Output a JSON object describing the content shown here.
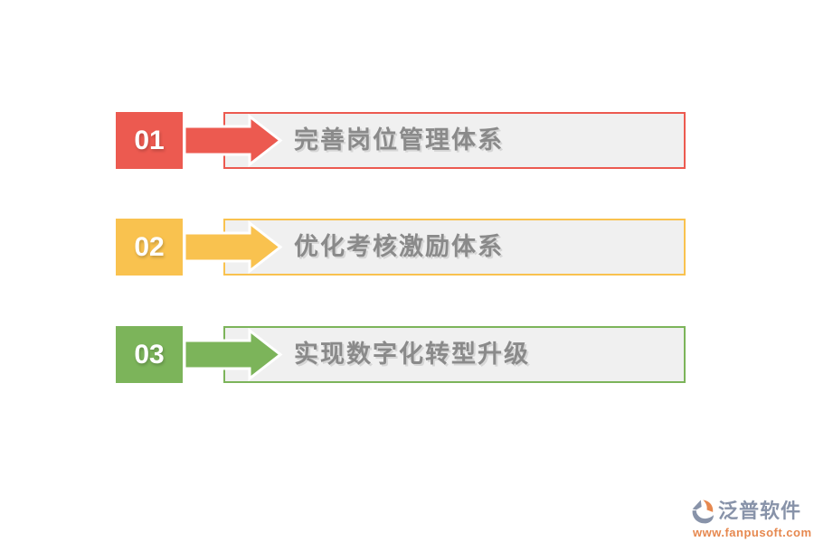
{
  "page": {
    "background": "#FFFFFF"
  },
  "steps": [
    {
      "number": "01",
      "label": "完善岗位管理体系",
      "color": "#EC5A50"
    },
    {
      "number": "02",
      "label": "优化考核激励体系",
      "color": "#F9C24F"
    },
    {
      "number": "03",
      "label": "实现数字化转型升级",
      "color": "#7CB45A"
    }
  ],
  "styles": {
    "content_box_bg": "#F0F0F0",
    "label_color": "#8A8A8A",
    "number_color": "#FFFFFF",
    "arrow_outline": "#FFFFFF"
  },
  "footer": {
    "brand": "泛普软件",
    "url": "www.fanpusoft.com",
    "brand_color": "#8893A9",
    "url_color": "#E6884F",
    "logo_icon": "fanpu-logo-icon"
  }
}
